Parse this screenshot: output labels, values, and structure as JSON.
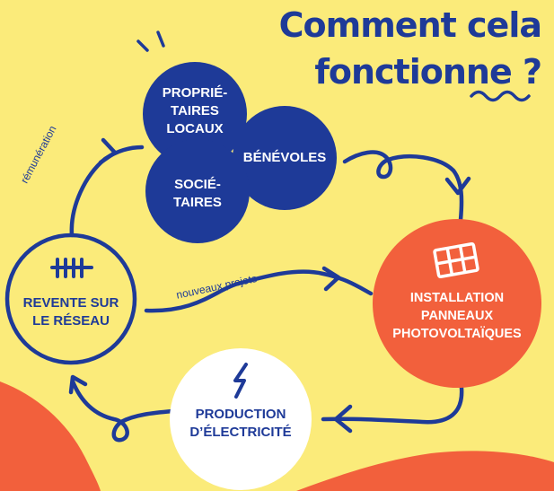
{
  "title": {
    "line1": "Comment cela",
    "line2": "fonctionne ?"
  },
  "nodes": {
    "proprietaires": {
      "line1": "PROPRIÉ-",
      "line2": "TAIRES",
      "line3": "LOCAUX"
    },
    "benevoles": {
      "line1": "BÉNÉVOLES"
    },
    "societaires": {
      "line1": "SOCIÉ-",
      "line2": "TAIRES"
    },
    "installation": {
      "line1": "INSTALLATION",
      "line2": "PANNEAUX",
      "line3": "PHOTOVOLTAÏQUES"
    },
    "production": {
      "line1": "PRODUCTION",
      "line2": "D’ÉLECTRICITÉ"
    },
    "revente": {
      "line1": "REVENTE SUR",
      "line2": "LE RÉSEAU"
    }
  },
  "edge_labels": {
    "remuneration": "rémunération",
    "nouveaux_projets": "nouveaux projets"
  },
  "colors": {
    "background": "#fbeb7a",
    "navy": "#1e3a98",
    "orange": "#f2603c",
    "white": "#ffffff"
  },
  "icons": {
    "installation": "solar-panel-icon",
    "production": "lightning-bolt-icon",
    "revente": "power-grid-icon"
  }
}
